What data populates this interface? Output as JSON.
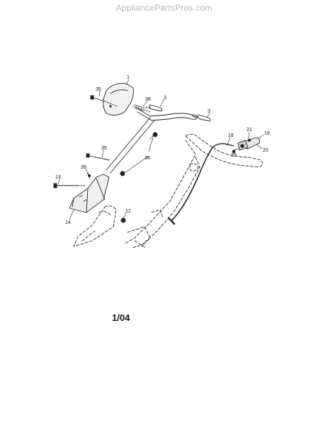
{
  "watermark": "AppliancePartsPros.com",
  "footer_code": "1/04",
  "callouts": [
    {
      "id": "c1",
      "text": "1"
    },
    {
      "id": "c35a",
      "text": "35"
    },
    {
      "id": "c38",
      "text": "38"
    },
    {
      "id": "c3a",
      "text": "3"
    },
    {
      "id": "c3b",
      "text": "3"
    },
    {
      "id": "c18",
      "text": "18"
    },
    {
      "id": "c21",
      "text": "21"
    },
    {
      "id": "c19",
      "text": "19"
    },
    {
      "id": "c29",
      "text": "29"
    },
    {
      "id": "c20",
      "text": "20"
    },
    {
      "id": "c35b",
      "text": "35"
    },
    {
      "id": "c36",
      "text": "36"
    },
    {
      "id": "c39",
      "text": "39"
    },
    {
      "id": "c13",
      "text": "13"
    },
    {
      "id": "c12",
      "text": "12"
    },
    {
      "id": "c14",
      "text": "14"
    }
  ]
}
